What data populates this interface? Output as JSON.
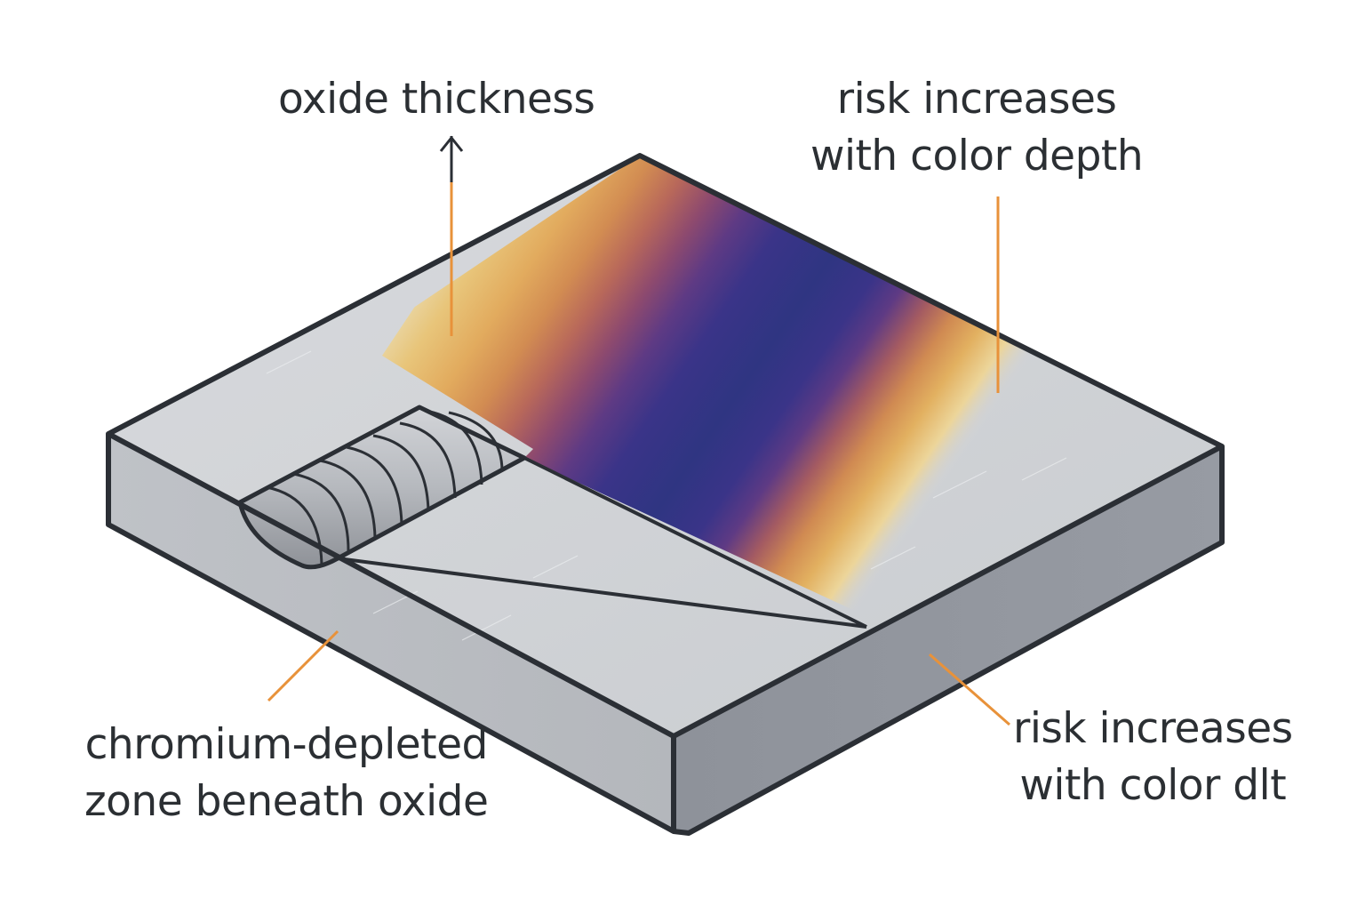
{
  "diagram": {
    "subject": "stainless steel plate with weld bead and heat-tint oxide bands",
    "labels": {
      "oxide_thickness": "oxide thickness",
      "risk_top": [
        "risk increases",
        "with color depth"
      ],
      "chromium_zone": [
        "chromium-depleted",
        "zone beneath oxide"
      ],
      "risk_bottom": [
        "risk increases",
        "with color dlt"
      ]
    },
    "colors": {
      "background": "#ffffff",
      "outline": "#2b2f35",
      "plate_top": "#d3d5d9",
      "plate_left_side": "#b9bcc1",
      "plate_right_side": "#8c9099",
      "weld_bead": "#b8bbc0",
      "leader_line": "#e8923a",
      "text": "#2b2f33",
      "heat_tint_bands": [
        "#eadbb0",
        "#e8c57a",
        "#e2ab5e",
        "#d28c52",
        "#b8685a",
        "#8e4a6e",
        "#5e3a84",
        "#3a3488",
        "#2f3582"
      ]
    }
  }
}
